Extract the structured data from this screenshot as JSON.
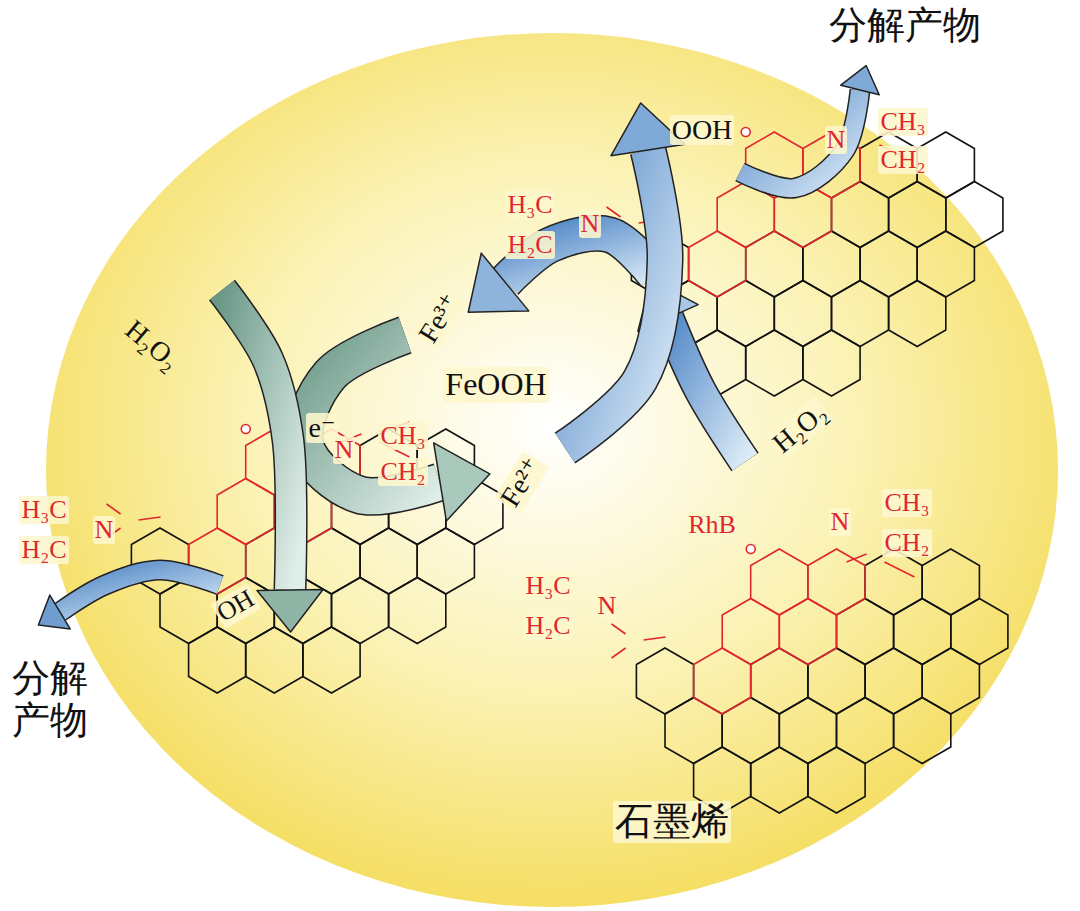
{
  "diagram": {
    "labels": [
      "分解产物",
      "OOH",
      "CH₃",
      "CH₂",
      "N",
      "H₃C",
      "H₂C",
      "N",
      "H₂O₂",
      "Fe³⁺",
      "FeOOH",
      "e⁻",
      "CH₃",
      "CH₂",
      "N",
      "Fe²⁺",
      "H₂O₂",
      "H₃C",
      "H₂C",
      "N",
      "OH",
      "分解 产物",
      "RhB",
      "CH₃",
      "CH₂",
      "N",
      "H₃C",
      "H₂C",
      "N",
      "石墨烯"
    ]
  }
}
